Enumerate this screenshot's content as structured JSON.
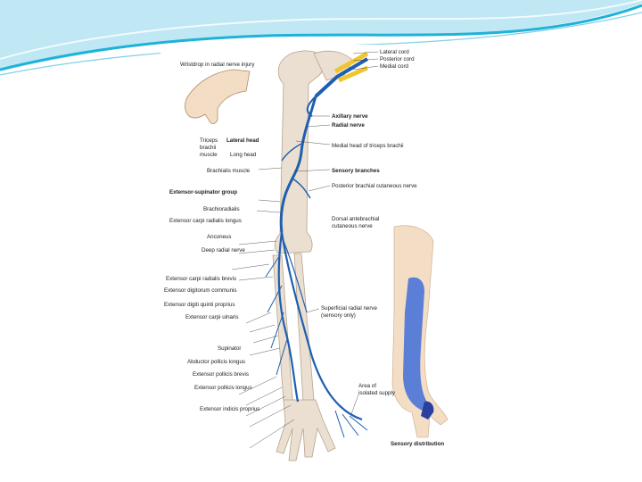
{
  "colors": {
    "wave_dark": "#1fb2d8",
    "wave_light": "#bfe8f4",
    "nerve_blue": "#1f5fb0",
    "cord_yellow": "#f0c52e",
    "bone": "#eadfd0",
    "skin": "#f3ddc4",
    "sensory_area": "#5b7fd6",
    "isolated_area": "#2a3f9e"
  },
  "labels": {
    "wristdrop": "Wristdrop in radial nerve injury",
    "lateral_cord": "Lateral cord",
    "posterior_cord": "Posterior cord",
    "medial_cord": "Medial cord",
    "axillary_nerve": "Axillary nerve",
    "radial_nerve": "Radial nerve",
    "triceps_line1": "Triceps",
    "triceps_line2": "brachii",
    "triceps_line3": "muscle",
    "lateral_head": "Lateral head",
    "long_head": "Long head",
    "medial_head": "Medial head of triceps brachii",
    "sensory_branches": "Sensory branches",
    "brachialis": "Brachialis muscle",
    "posterior_brachial": "Posterior brachial cutaneous nerve",
    "extensor_supinator_group": "Extensor-supinator group",
    "brachioradialis": "Brachioradialis",
    "ecrl": "Extensor carpi radialis longus",
    "dorsal_ante_1": "Dorsal antebrachial",
    "dorsal_ante_2": "cutaneous nerve",
    "anconeus": "Anconeus",
    "deep_radial": "Deep radial nerve",
    "ecrb": "Extensor carpi radialis brevis",
    "edc": "Extensor digitorum communis",
    "edqp": "Extensor digiti quinti proprius",
    "ecu": "Extensor carpi ulnaris",
    "superficial_1": "Superficial radial nerve",
    "superficial_2": "(sensory only)",
    "supinator": "Supinator",
    "apl": "Abductor pollicis longus",
    "epb": "Extensor pollicis brevis",
    "epl": "Extensor pollicis longus",
    "isolated_1": "Area of",
    "isolated_2": "isolated supply",
    "eip": "Extensor indicis proprius",
    "sensory_distribution": "Sensory distribution"
  }
}
